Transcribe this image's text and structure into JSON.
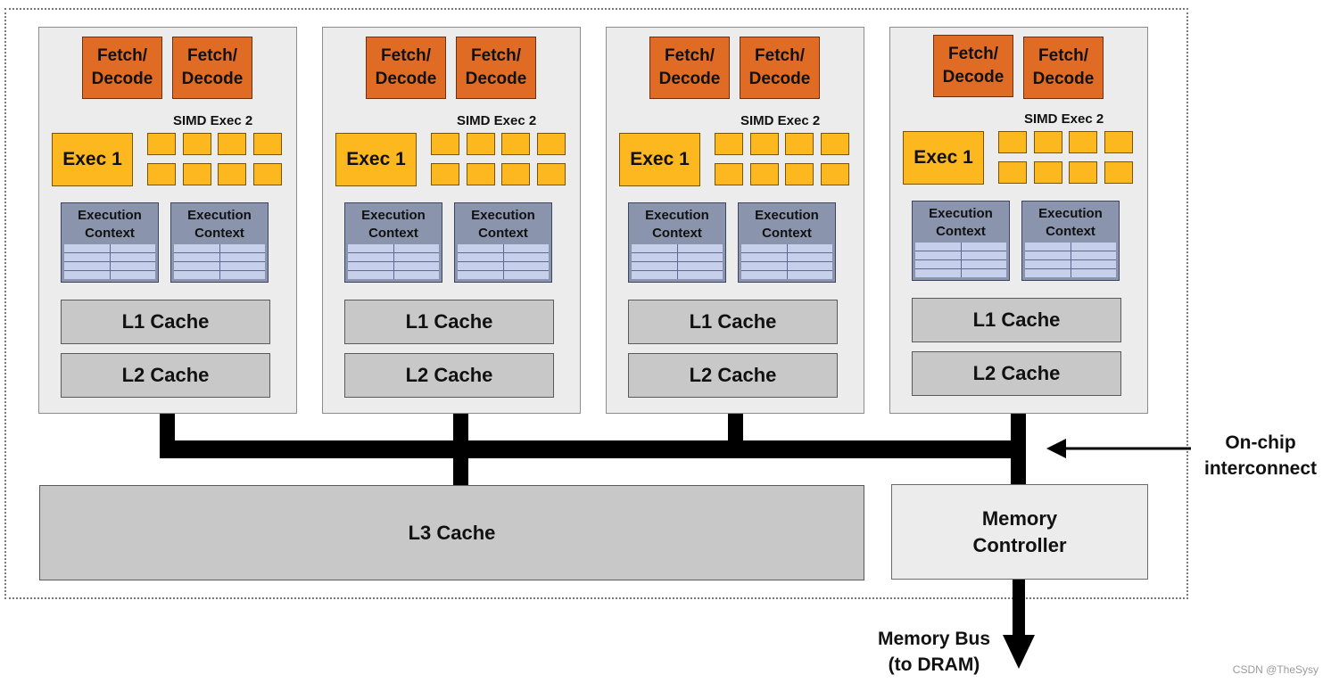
{
  "cores": [
    {
      "fetch_decode": [
        [
          "Fetch/",
          "Decode"
        ],
        [
          "Fetch/",
          "Decode"
        ]
      ],
      "simd_label": "SIMD Exec 2",
      "exec1": "Exec 1",
      "contexts": [
        [
          "Execution",
          "Context"
        ],
        [
          "Execution",
          "Context"
        ]
      ],
      "l1": "L1 Cache",
      "l2": "L2 Cache"
    },
    {
      "fetch_decode": [
        [
          "Fetch/",
          "Decode"
        ],
        [
          "Fetch/",
          "Decode"
        ]
      ],
      "simd_label": "SIMD Exec 2",
      "exec1": "Exec 1",
      "contexts": [
        [
          "Execution",
          "Context"
        ],
        [
          "Execution",
          "Context"
        ]
      ],
      "l1": "L1 Cache",
      "l2": "L2 Cache"
    },
    {
      "fetch_decode": [
        [
          "Fetch/",
          "Decode"
        ],
        [
          "Fetch/",
          "Decode"
        ]
      ],
      "simd_label": "SIMD Exec 2",
      "exec1": "Exec 1",
      "contexts": [
        [
          "Execution",
          "Context"
        ],
        [
          "Execution",
          "Context"
        ]
      ],
      "l1": "L1 Cache",
      "l2": "L2 Cache"
    },
    {
      "fetch_decode": [
        [
          "Fetch/",
          "Decode"
        ],
        [
          "Fetch/",
          "Decode"
        ]
      ],
      "simd_label": "SIMD Exec 2",
      "exec1": "Exec 1",
      "contexts": [
        [
          "Execution",
          "Context"
        ],
        [
          "Execution",
          "Context"
        ]
      ],
      "l1": "L1 Cache",
      "l2": "L2 Cache"
    }
  ],
  "l3_cache": "L3 Cache",
  "memory_controller": [
    "Memory",
    "Controller"
  ],
  "interconnect_label": [
    "On-chip",
    "interconnect"
  ],
  "memory_bus_label": [
    "Memory Bus",
    "(to DRAM)"
  ],
  "watermark": "CSDN @TheSysy",
  "colors": {
    "fetch_decode": "#e06b25",
    "exec": "#fcb81e",
    "execution_context": "#8a94ac",
    "cache": "#c8c8c8",
    "core_background": "#ececec",
    "interconnect": "#000000"
  }
}
